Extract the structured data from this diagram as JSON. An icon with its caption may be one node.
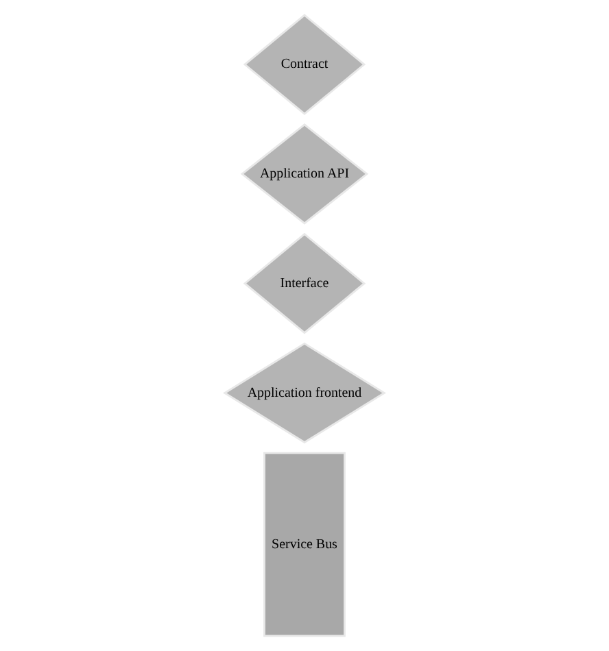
{
  "diagram": {
    "nodes": [
      {
        "text": [
          "Service Bus"
        ]
      },
      {
        "text": [
          "Application frontend"
        ]
      },
      {
        "text": [
          "Interface"
        ]
      },
      {
        "text": [
          "Application API"
        ]
      },
      {
        "text": [
          "Contract"
        ]
      }
    ],
    "edges": []
  }
}
